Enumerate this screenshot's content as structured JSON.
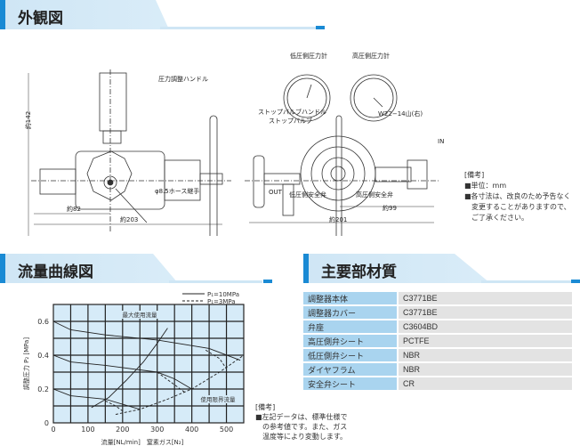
{
  "sections": {
    "appearance": "外観図",
    "flow": "流量曲線図",
    "materials": "主要部材質"
  },
  "drawing": {
    "labels": {
      "handle": "圧力調整ハンドル",
      "hose": "φ8.5ホース継手",
      "height": "約142",
      "w82": "約82",
      "w203": "約203",
      "low_gauge": "低圧側圧力計",
      "high_gauge": "高圧側圧力計",
      "stop_handle": "ストップバルブハンドル",
      "stop_valve": "ストップバルブ",
      "thread": "W22−14山(右)",
      "in": "IN",
      "out": "OUT",
      "low_safety": "低圧側安全弁",
      "high_safety": "高圧側安全弁",
      "w201": "約201",
      "w99": "約99"
    }
  },
  "notes1": {
    "title": "[備考]",
    "lines": [
      "■単位：mm",
      "■各寸法は、改良のため予告なく",
      "　変更することがありますので、",
      "　ご了承ください。"
    ]
  },
  "notes2": {
    "title": "[備考]",
    "lines": [
      "■左記データは、標準仕様で",
      "　の参考値です。また、ガス",
      "　温度等により変動します。"
    ]
  },
  "materials": [
    {
      "part": "調整器本体",
      "material": "C3771BE"
    },
    {
      "part": "調整器カバー",
      "material": "C3771BE"
    },
    {
      "part": "弁座",
      "material": "C3604BD"
    },
    {
      "part": "高圧側弁シート",
      "material": "PCTFE"
    },
    {
      "part": "低圧側弁シート",
      "material": "NBR"
    },
    {
      "part": "ダイヤフラム",
      "material": "NBR"
    },
    {
      "part": "安全弁シート",
      "material": "CR"
    }
  ],
  "chart_data": {
    "type": "line",
    "xlabel": "流量[NL/min]　窒素ガス[N₂]",
    "ylabel": "調整圧力 P₂ [MPa]",
    "xlim": [
      0,
      550
    ],
    "ylim": [
      0,
      0.7
    ],
    "xticks": [
      "0",
      "100",
      "200",
      "300",
      "400",
      "500"
    ],
    "yticks": [
      "0",
      "0.2",
      "0.4",
      "0.6"
    ],
    "grid": true,
    "legend_position": "top-right",
    "legend": [
      "P₁=10MPa",
      "P₁=3MPa"
    ],
    "annotations": [
      "最大使用流量",
      "使用限界流量"
    ],
    "series": [
      {
        "name": "P₁=10MPa",
        "set": 0.6,
        "x": [
          0,
          50,
          150,
          300,
          450,
          540
        ],
        "y": [
          0.6,
          0.55,
          0.52,
          0.49,
          0.44,
          0.37
        ]
      },
      {
        "name": "P₁=3MPa",
        "set": 0.6,
        "x": [
          440,
          480,
          500
        ],
        "y": [
          0.43,
          0.38,
          0.32
        ]
      },
      {
        "name": "P₁=10MPa",
        "set": 0.4,
        "x": [
          0,
          50,
          150,
          300,
          350,
          400
        ],
        "y": [
          0.4,
          0.36,
          0.34,
          0.3,
          0.26,
          0.2
        ]
      },
      {
        "name": "P₁=3MPa",
        "set": 0.4,
        "x": [
          300,
          340,
          380
        ],
        "y": [
          0.3,
          0.24,
          0.18
        ]
      },
      {
        "name": "P₁=10MPa",
        "set": 0.2,
        "x": [
          0,
          50,
          150,
          250
        ],
        "y": [
          0.2,
          0.16,
          0.14,
          0.08
        ]
      },
      {
        "name": "P₁=3MPa",
        "set": 0.2,
        "x": [
          150,
          180,
          200
        ],
        "y": [
          0.13,
          0.1,
          0.07
        ]
      },
      {
        "name": "最大使用流量",
        "x": [
          110,
          160,
          210,
          260,
          300,
          330
        ],
        "y": [
          0.09,
          0.15,
          0.25,
          0.36,
          0.47,
          0.56
        ]
      },
      {
        "name": "使用限界流量",
        "x": [
          180,
          250,
          330,
          400,
          480,
          550
        ],
        "y": [
          0.05,
          0.08,
          0.14,
          0.2,
          0.3,
          0.4
        ]
      }
    ]
  }
}
